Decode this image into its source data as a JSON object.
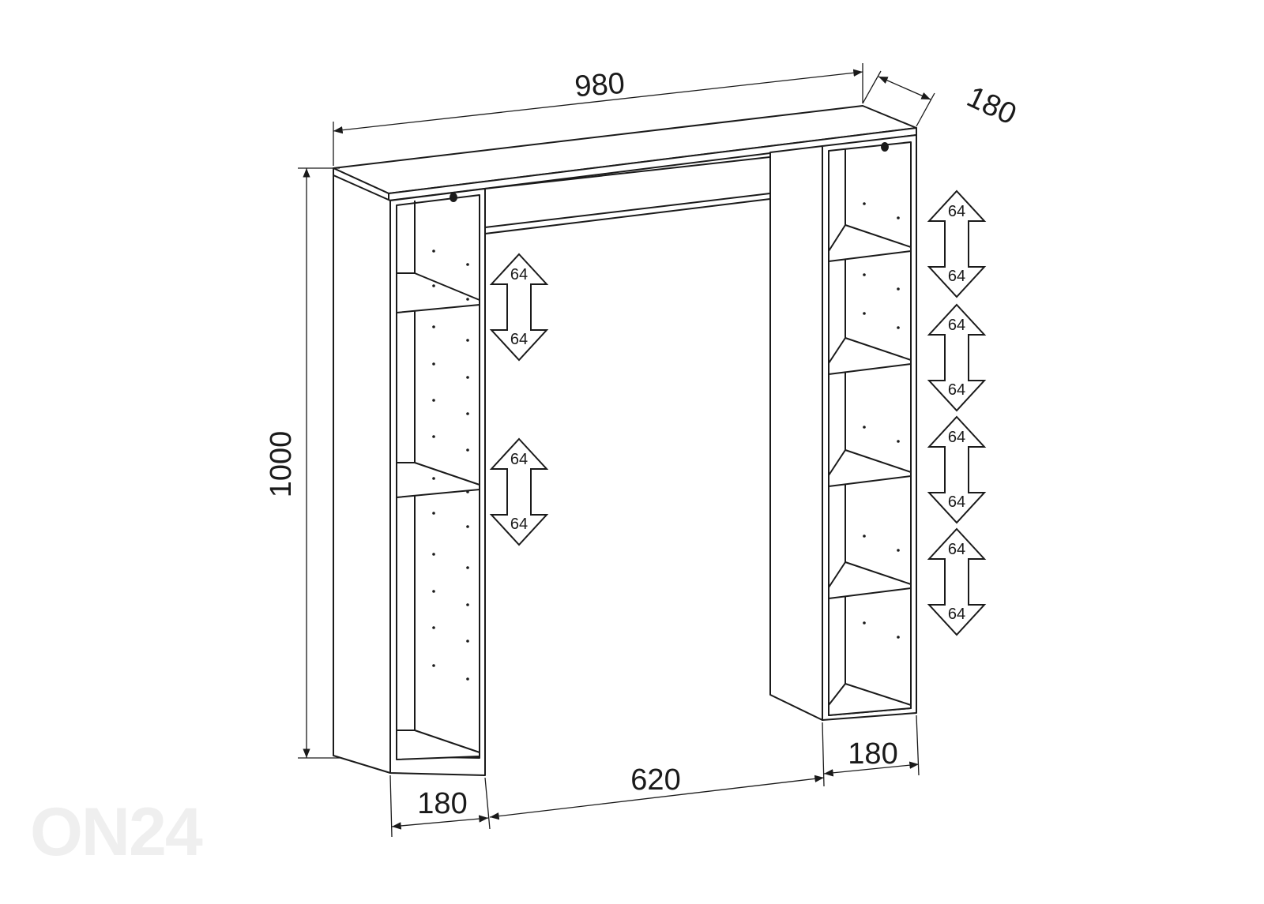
{
  "dimensions": {
    "total_width": "980",
    "depth": "180",
    "height": "1000",
    "left_column_width": "180",
    "gap_width": "620",
    "right_column_width": "180"
  },
  "shelf_adjustment": {
    "up": "64",
    "down": "64",
    "left_count": 2,
    "right_count": 4
  },
  "watermark": "ON24",
  "colors": {
    "line": "#1a1a1a",
    "watermark": "#efefef"
  }
}
